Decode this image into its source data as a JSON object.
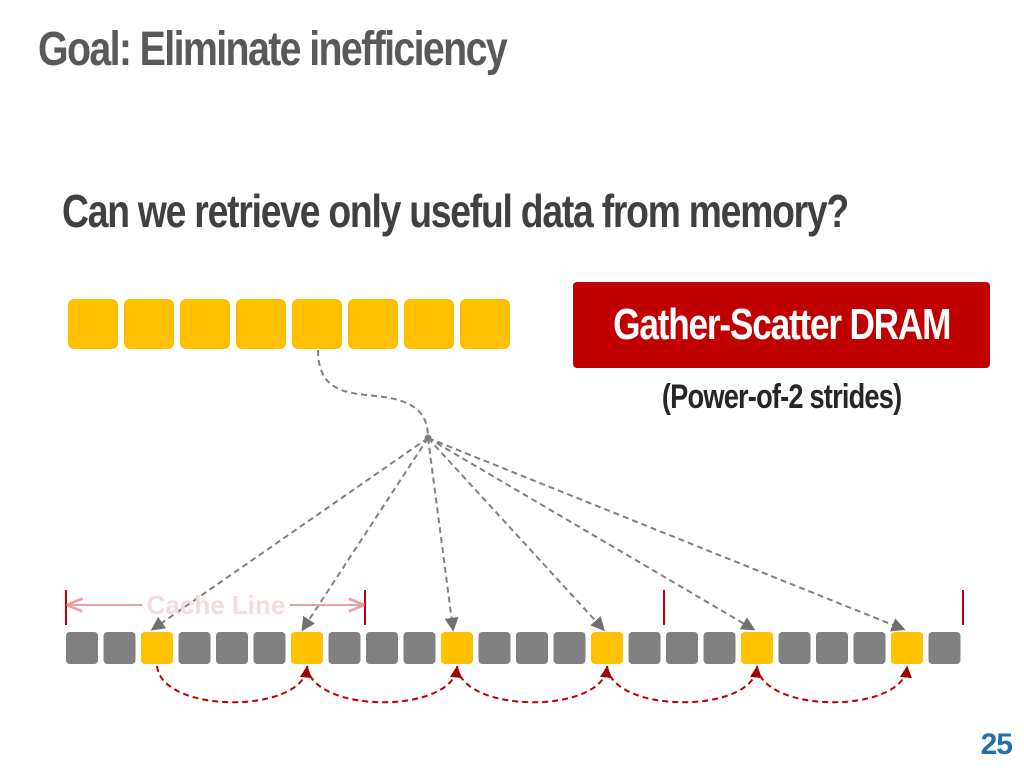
{
  "slide": {
    "title": "Goal: Eliminate inefficiency",
    "question": "Can we retrieve only useful data from memory?",
    "technique": "Gather-Scatter DRAM",
    "technique_note": "(Power-of-2 strides)",
    "cache_line_label": "Cache Line",
    "page_number": "25"
  },
  "diagram": {
    "gathered_values": 8,
    "memory_cells": 24,
    "useful_cell_indices": [
      2,
      6,
      10,
      14,
      18,
      22
    ],
    "stride": 4,
    "colors": {
      "useful": "#ffc000",
      "useless": "#808080",
      "gather_arrows": "#808080",
      "stride_arrows": "#c00000",
      "cache_line": "#e8a0a0",
      "boundary": "#c00000"
    }
  }
}
